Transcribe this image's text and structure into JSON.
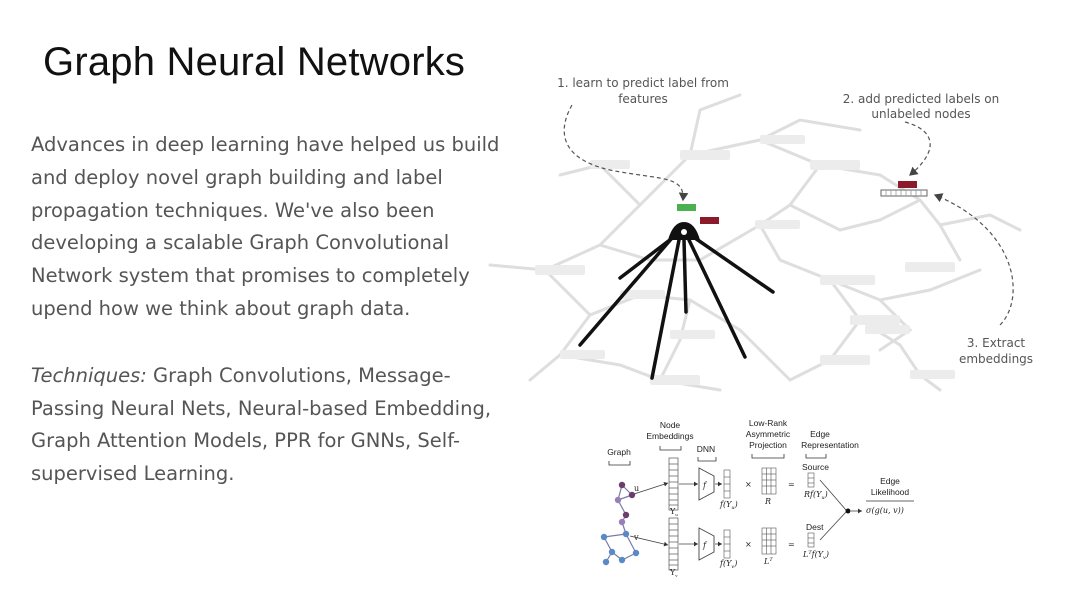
{
  "slide": {
    "title": "Graph Neural Networks",
    "paragraph1": "Advances in deep learning have helped us build and deploy novel graph building and label propagation techniques. We've  also been developing a scalable Graph Convolutional Network system that promises to completely upend how we think about graph data.",
    "techniques_label": "Techniques:",
    "techniques_list": " Graph Convolutions, Message-Passing Neural Nets, Neural-based Embedding, Graph Attention Models, PPR for GNNs, Self-supervised Learning."
  },
  "graph_figure": {
    "step1_line1": "1. learn to predict label from",
    "step1_line2": "features",
    "step2_line1": "2. add predicted labels on",
    "step2_line2": "unlabeled nodes",
    "step3_line1": "3. Extract",
    "step3_line2": "embeddings",
    "colors": {
      "green_label": "#4caf50",
      "red_label": "#8b1a2b",
      "edge_gray": "#dcdcdc"
    }
  },
  "architecture_figure": {
    "graph_label": "Graph",
    "node_embeddings_line1": "Node",
    "node_embeddings_line2": "Embeddings",
    "dnn_label": "DNN",
    "projection_line1": "Low-Rank",
    "projection_line2": "Asymmetric",
    "projection_line3": "Projection",
    "edge_repr_line1": "Edge",
    "edge_repr_line2": "Representation",
    "source_label": "Source",
    "dest_label": "Dest",
    "edge_likelihood_line1": "Edge",
    "edge_likelihood_line2": "Likelihood",
    "f_symbol": "f",
    "f_yu": "f(Y_u)",
    "f_yv": "f(Y_v)",
    "r_symbol": "R",
    "lt_symbol": "L^T",
    "r_f_yu": "R f(Y_u)",
    "lt_f_yv": "L^T f(Y_v)",
    "sigma_expr": "σ(g(u, v))",
    "yu": "Y_u",
    "yv": "Y_v",
    "node_colors": {
      "purple": "#6a3d6a",
      "blue": "#5a8ac6",
      "lavender": "#9a7fb5"
    }
  }
}
